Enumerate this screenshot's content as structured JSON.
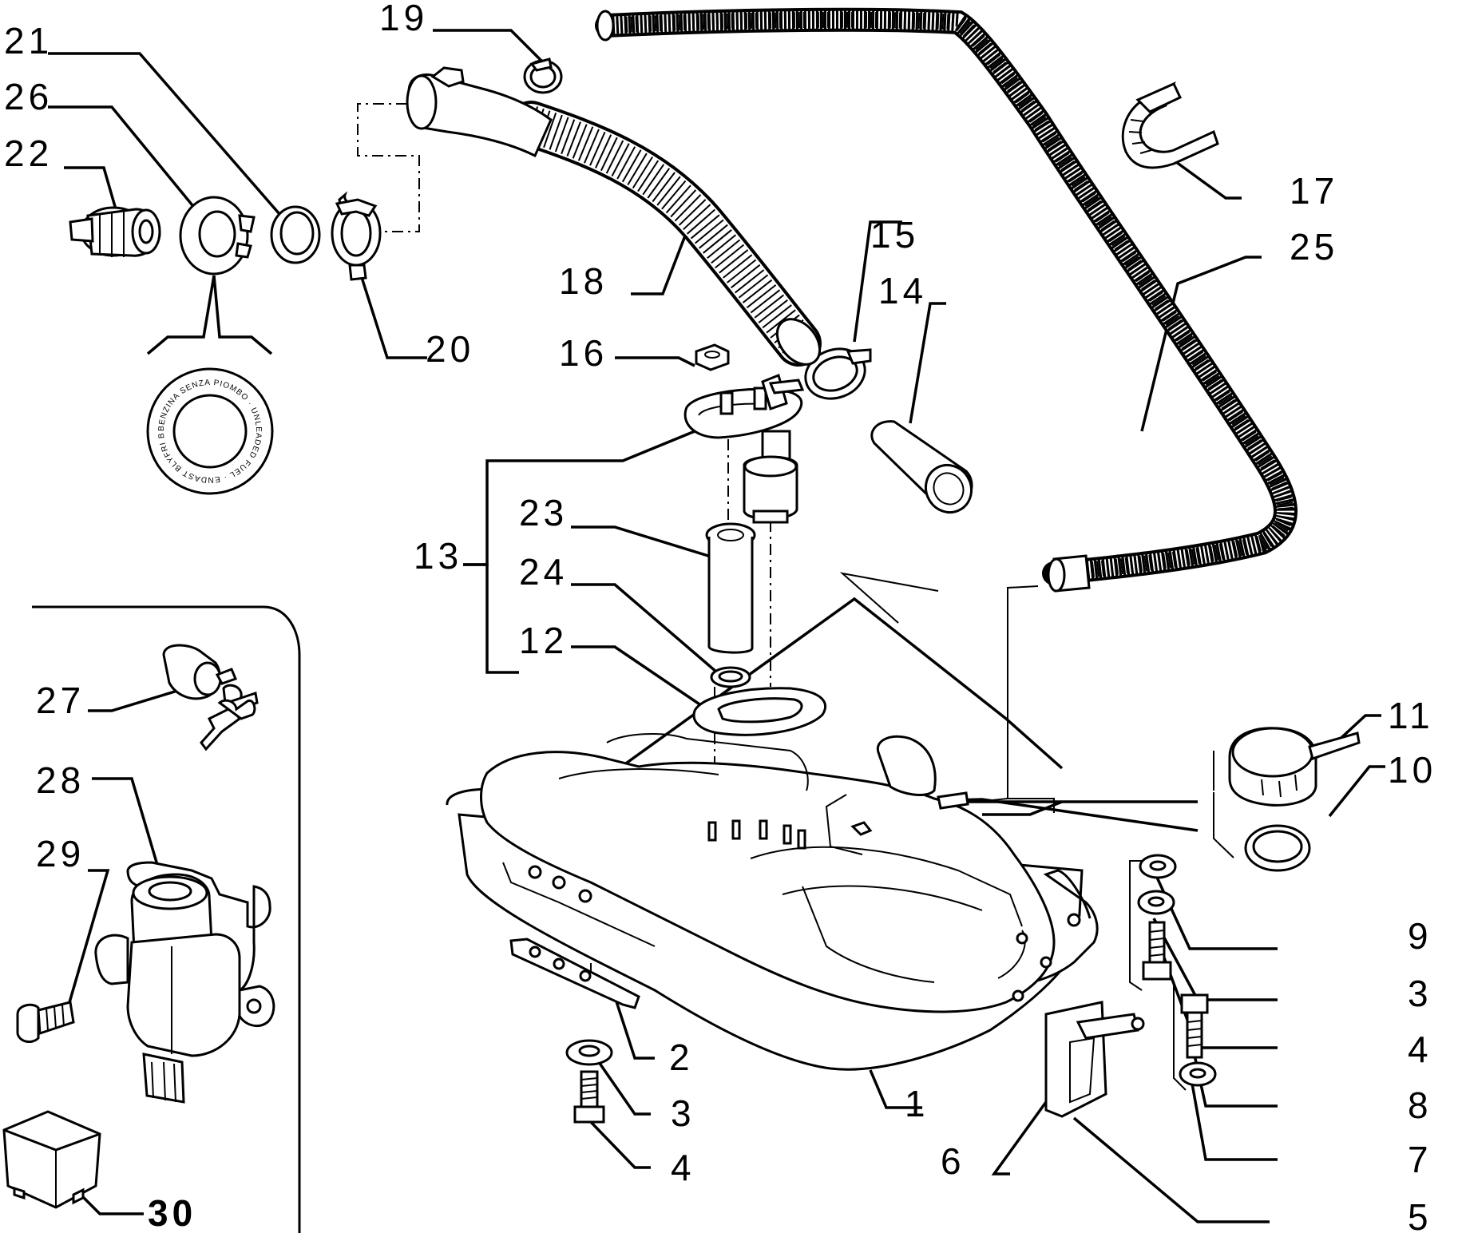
{
  "diagram": {
    "callouts": [
      {
        "id": "c1",
        "text": "1"
      },
      {
        "id": "c2",
        "text": "2"
      },
      {
        "id": "c3a",
        "text": "3"
      },
      {
        "id": "c4a",
        "text": "4"
      },
      {
        "id": "c5",
        "text": "5"
      },
      {
        "id": "c6",
        "text": "6"
      },
      {
        "id": "c7",
        "text": "7"
      },
      {
        "id": "c8",
        "text": "8"
      },
      {
        "id": "c4b",
        "text": "4"
      },
      {
        "id": "c3b",
        "text": "3"
      },
      {
        "id": "c9",
        "text": "9"
      },
      {
        "id": "c10",
        "text": "10"
      },
      {
        "id": "c11",
        "text": "11"
      },
      {
        "id": "c12",
        "text": "12"
      },
      {
        "id": "c13",
        "text": "13"
      },
      {
        "id": "c14",
        "text": "14"
      },
      {
        "id": "c15",
        "text": "15"
      },
      {
        "id": "c16",
        "text": "16"
      },
      {
        "id": "c17",
        "text": "17"
      },
      {
        "id": "c18",
        "text": "18"
      },
      {
        "id": "c19",
        "text": "19"
      },
      {
        "id": "c20",
        "text": "20"
      },
      {
        "id": "c21",
        "text": "21"
      },
      {
        "id": "c22",
        "text": "22"
      },
      {
        "id": "c23",
        "text": "23"
      },
      {
        "id": "c24",
        "text": "24"
      },
      {
        "id": "c25",
        "text": "25"
      },
      {
        "id": "c26",
        "text": "26"
      },
      {
        "id": "c27",
        "text": "27"
      },
      {
        "id": "c28",
        "text": "28"
      },
      {
        "id": "c29",
        "text": "29"
      },
      {
        "id": "c30",
        "text": "30"
      }
    ],
    "cap_label_text": "BENZINA SENZA PIOMBO · UNLEADED FUEL · ENDAST BLYFRI BENSIN"
  },
  "colors": {
    "ink": "#000000",
    "paper": "#ffffff"
  }
}
